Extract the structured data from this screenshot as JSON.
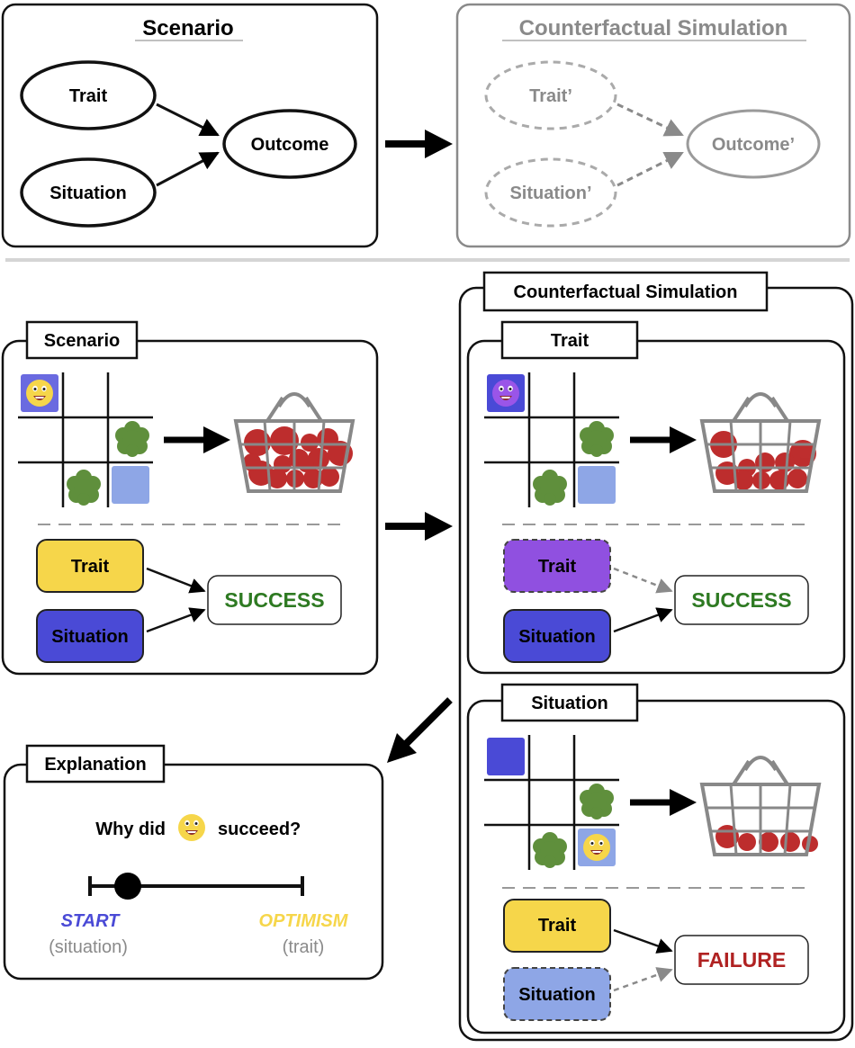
{
  "top": {
    "scenario": {
      "title": "Scenario",
      "trait": "Trait",
      "situation": "Situation",
      "outcome": "Outcome"
    },
    "counterfactual": {
      "title": "Counterfactual Simulation",
      "trait": "Trait’",
      "situation": "Situation’",
      "outcome": "Outcome’"
    }
  },
  "bottom": {
    "scenario": {
      "title": "Scenario",
      "trait": "Trait",
      "situation": "Situation",
      "outcome": "SUCCESS"
    },
    "counterfactual_title": "Counterfactual Simulation",
    "trait_panel": {
      "title": "Trait",
      "trait": "Trait",
      "situation": "Situation",
      "outcome": "SUCCESS"
    },
    "situation_panel": {
      "title": "Situation",
      "trait": "Trait",
      "situation": "Situation",
      "outcome": "FAILURE"
    },
    "explanation": {
      "title": "Explanation",
      "question_prefix": "Why did",
      "question_suffix": "succeed?",
      "left_label": "START",
      "left_sub": "(situation)",
      "right_label": "OPTIMISM",
      "right_sub": "(trait)"
    }
  },
  "colors": {
    "trait_yellow": "#f6d64a",
    "situation_blue": "#4a4ad6",
    "trait_purple": "#9050e0",
    "situation_light": "#8ea6e6",
    "success_green": "#2e7a22",
    "failure_red": "#b02222",
    "bush_green": "#5f8f3c",
    "apple_red": "#b81c1c",
    "gray": "#8a8a8a"
  },
  "icons": [
    "smiley-yellow-icon",
    "smiley-purple-icon",
    "basket-icon",
    "bush-icon",
    "arrow-icon"
  ]
}
